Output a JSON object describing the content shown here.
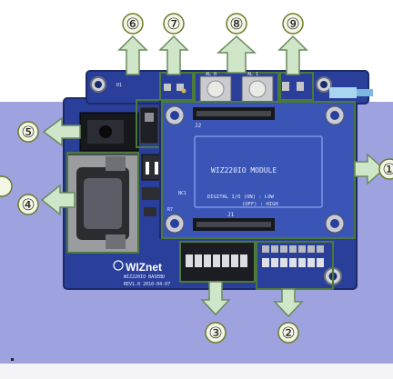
{
  "callouts": [
    {
      "id": "1",
      "label": "①"
    },
    {
      "id": "2",
      "label": "②"
    },
    {
      "id": "3",
      "label": "③"
    },
    {
      "id": "4",
      "label": "④"
    },
    {
      "id": "5",
      "label": "⑤"
    },
    {
      "id": "6",
      "label": "⑥"
    },
    {
      "id": "7",
      "label": "⑦"
    },
    {
      "id": "8",
      "label": "⑧"
    },
    {
      "id": "9",
      "label": "⑨"
    }
  ],
  "board": {
    "module_title": "WIZ220IO MODULE",
    "digital_line1": "DIGITAL I/O (ON) : LOW",
    "digital_line2": "(OFF) : HIGH",
    "brand": "WIZnet",
    "model": "WIZ220IO BASEBD",
    "revision": "REV1.0 2010-04-07",
    "silk_j2": "J2",
    "silk_j1": "J1",
    "silk_al0": "AL 0",
    "silk_al1": "AL 1",
    "silk_d1": "D1",
    "silk_nc1": "NC1",
    "silk_r7": "R7"
  },
  "colors": {
    "board": "#2a3f99",
    "module": "#3a55b5",
    "arrow": "#cfe6c8",
    "arrow_edge": "#6a8a5e",
    "callout_ring": "#6b7b2a",
    "overlay": "#9ea2de"
  }
}
